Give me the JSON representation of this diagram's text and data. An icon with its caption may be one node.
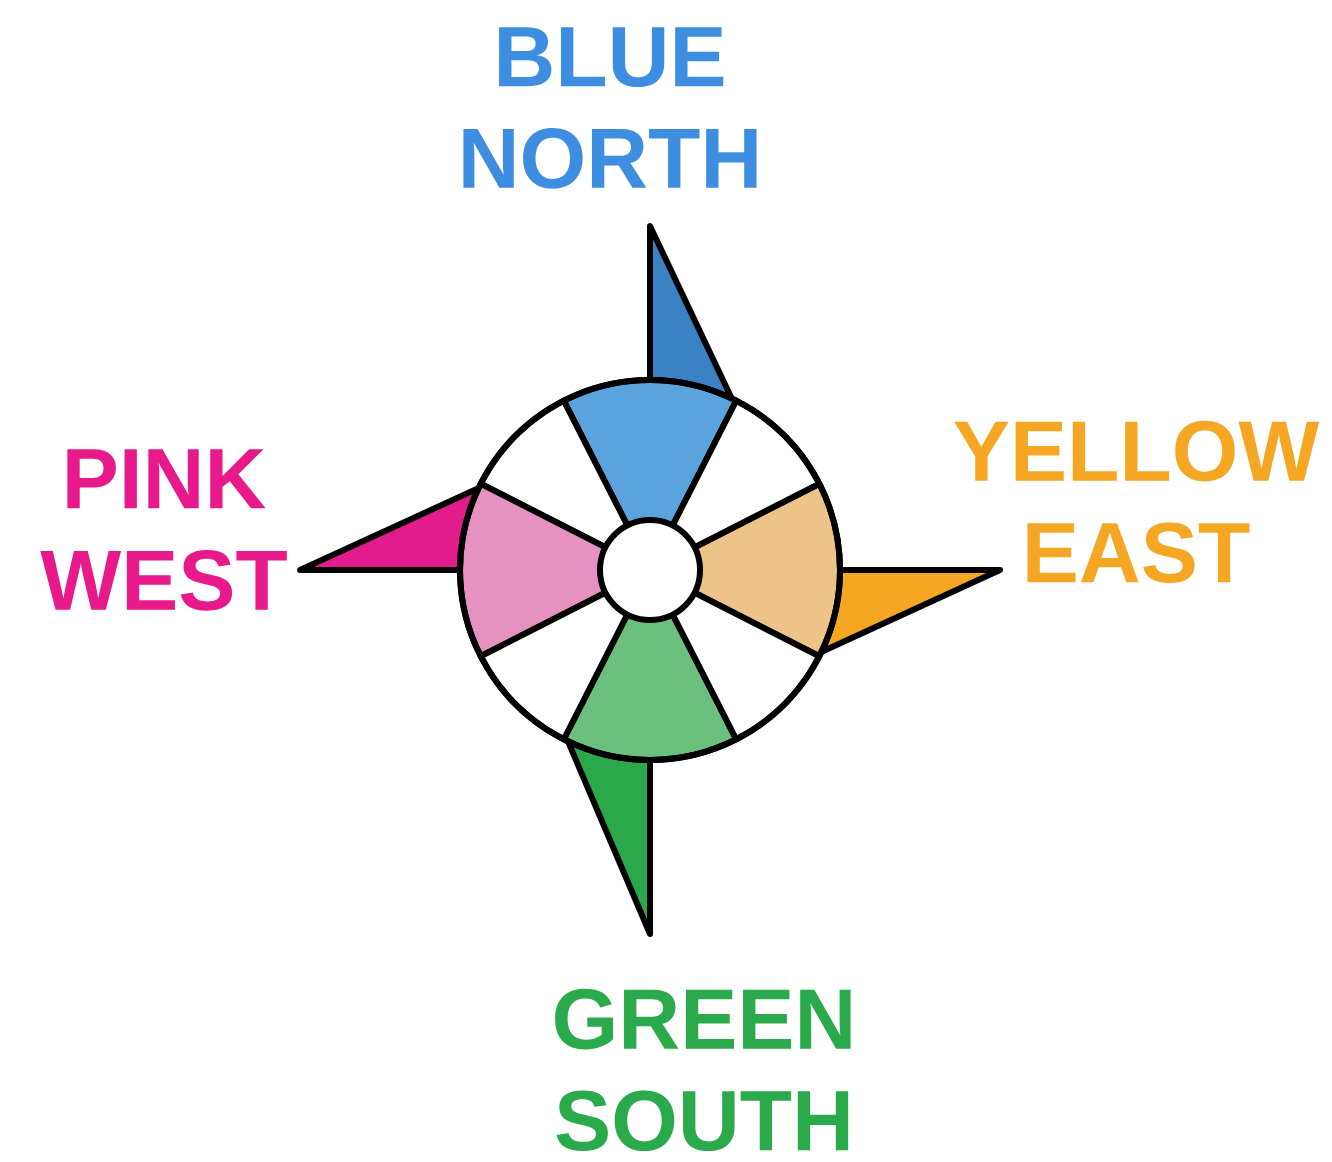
{
  "diagram": {
    "labels": [
      "BLUE NORTH",
      "PINK WEST",
      "YELLOW EAST",
      "GREEN SOUTH"
    ]
  }
}
